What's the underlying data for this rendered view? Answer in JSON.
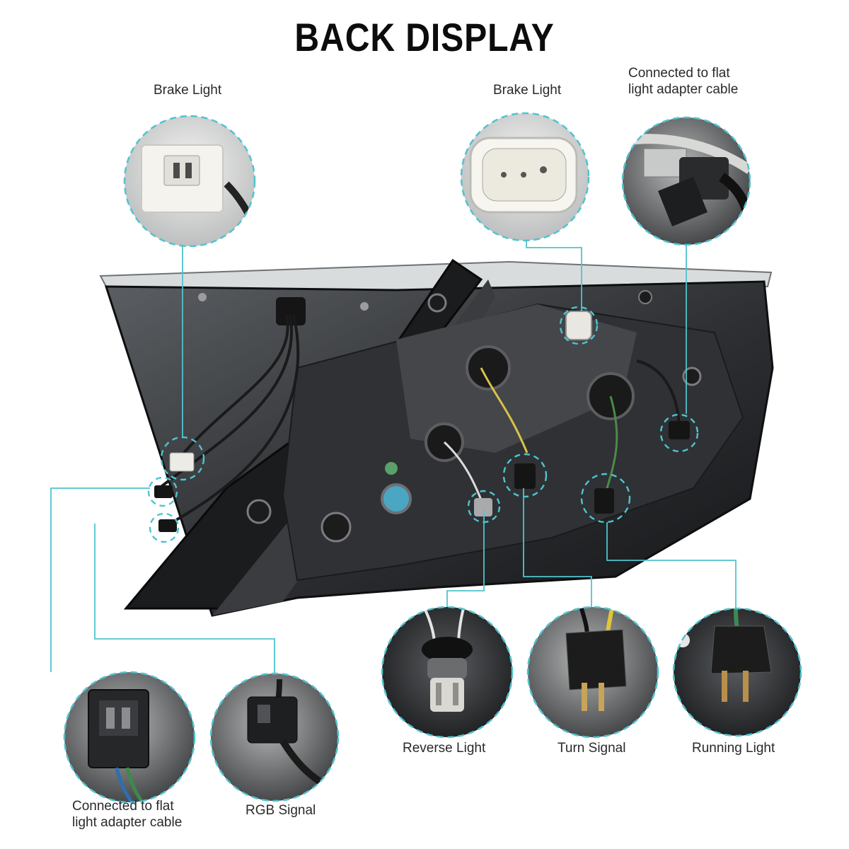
{
  "title": "BACK DISPLAY",
  "accent_color": "#4fc4cf",
  "labels": {
    "brake_light_left": "Brake Light",
    "brake_light_right": "Brake Light",
    "adapter_cable_top": "Connected to flat\nlight adapter cable",
    "reverse_light": "Reverse Light",
    "turn_signal": "Turn Signal",
    "running_light": "Running Light",
    "adapter_cable_bottom": "Connected to flat\nlight adapter cable",
    "rgb_signal": "RGB Signal"
  },
  "icons": {
    "brake_left": "white-2pin-connector-icon",
    "brake_right": "white-3pin-connector-icon",
    "adapter_top": "flat-adapter-connector-icon",
    "reverse": "bulb-socket-icon",
    "turn": "black-socket-connector-icon",
    "running": "black-socket-connector-icon",
    "adapter_bottom": "black-multi-pin-connector-icon",
    "rgb": "black-2pin-connector-icon"
  }
}
